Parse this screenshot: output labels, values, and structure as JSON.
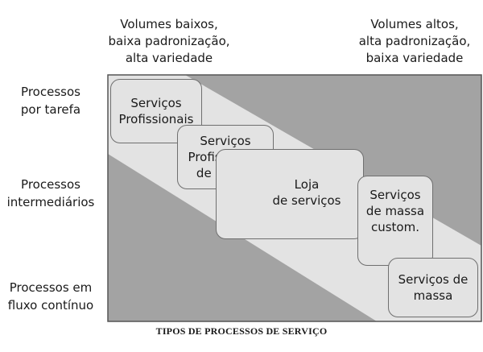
{
  "top_labels": {
    "left": [
      "Volumes baixos,",
      "baixa padronização,",
      "alta variedade"
    ],
    "right": [
      "Volumes altos,",
      "alta padronização,",
      "baixa variedade"
    ]
  },
  "row_labels": [
    [
      "Processos",
      "por tarefa"
    ],
    [
      "Processos",
      "intermediários"
    ],
    [
      "Processos em",
      "fluxo contínuo"
    ]
  ],
  "boxes": [
    [
      "Serviços",
      "Profissionais"
    ],
    [
      "Serviços",
      "Profissionais",
      "de massa"
    ],
    [
      "Loja",
      "de serviços"
    ],
    [
      "Serviços",
      "de massa",
      "custom."
    ],
    [
      "Serviços de",
      "massa"
    ]
  ],
  "caption": "TIPOS DE PROCESSOS DE SERVIÇO",
  "colors": {
    "background": "#a3a3a3",
    "band": "#e3e3e3",
    "box_border": "#6f6f6f"
  }
}
